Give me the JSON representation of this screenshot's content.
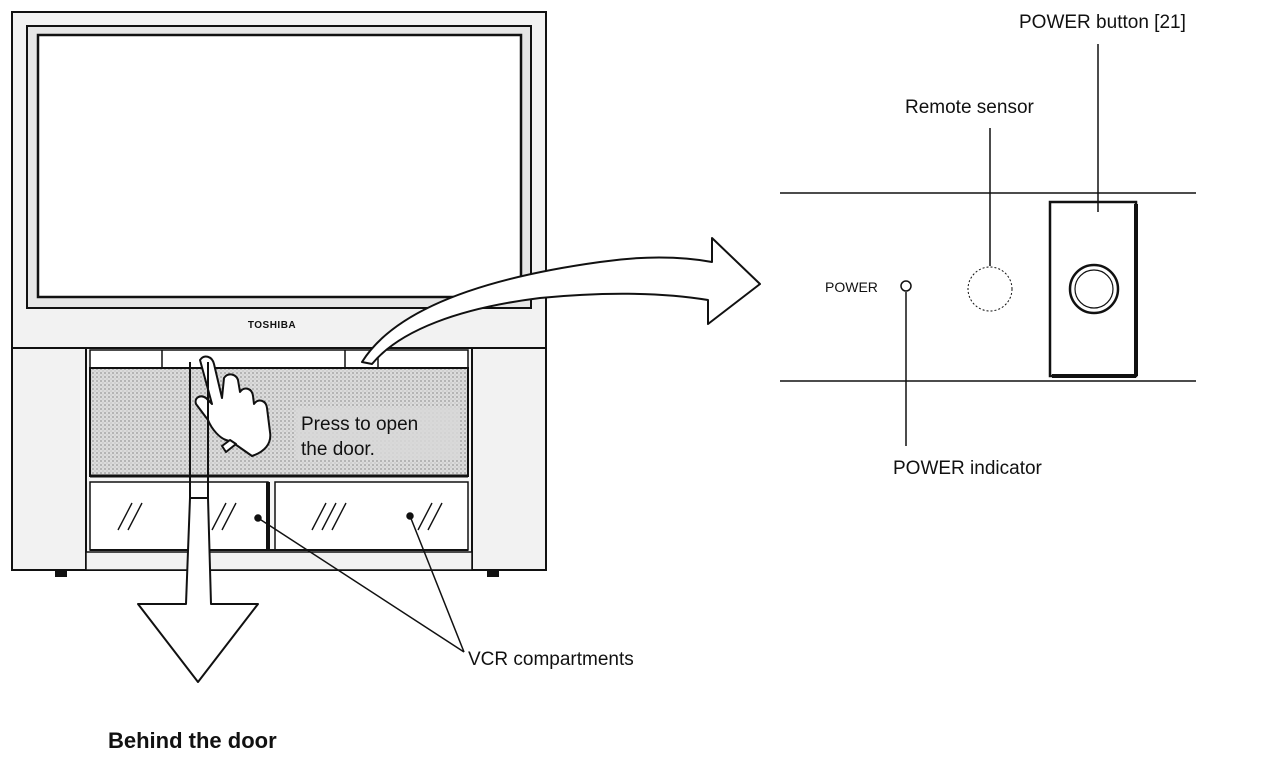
{
  "brand": "TOSHIBA",
  "labels": {
    "power_button": "POWER button [21]",
    "remote_sensor": "Remote sensor",
    "power_small": "POWER",
    "power_indicator": "POWER indicator",
    "press_line1": "Press to open",
    "press_line2": "the door.",
    "vcr": "VCR compartments",
    "behind": "Behind the door"
  },
  "icons": [
    "hand-pointer-icon",
    "power-button-icon",
    "remote-sensor-icon",
    "power-led-icon"
  ],
  "colors": {
    "ink": "#111111",
    "door_pattern": "#cfcfcf",
    "cabinet": "#eeeeee"
  }
}
